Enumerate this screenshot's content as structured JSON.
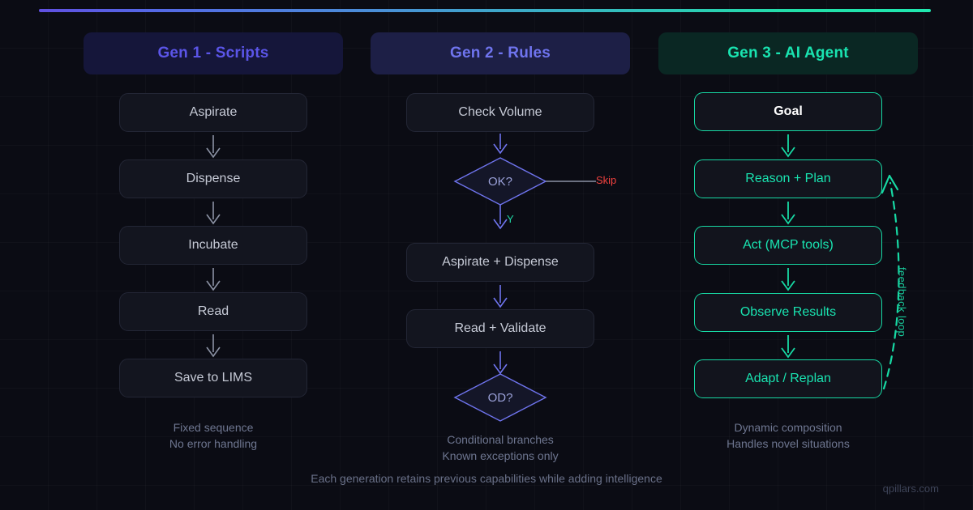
{
  "theme": {
    "background": "#0b0c14",
    "gradient_start": "#6050e0",
    "gradient_end": "#20e8b0",
    "gen1_accent": "#5b55e8",
    "gen2_accent": "#6f74ee",
    "gen3_accent": "#19e3b0",
    "node_text": "#c6cad6",
    "skip_color": "#f0413e",
    "yes_color": "#1fd9a6"
  },
  "columns": [
    {
      "id": "gen1",
      "header": "Gen 1 - Scripts",
      "nodes": [
        {
          "label": "Aspirate"
        },
        {
          "label": "Dispense"
        },
        {
          "label": "Incubate"
        },
        {
          "label": "Read"
        },
        {
          "label": "Save to LIMS"
        }
      ],
      "caption": [
        "Fixed sequence",
        "No error handling"
      ]
    },
    {
      "id": "gen2",
      "header": "Gen 2 - Rules",
      "nodes": [
        {
          "label": "Check Volume"
        },
        {
          "label": "Aspirate + Dispense"
        },
        {
          "label": "Read + Validate"
        }
      ],
      "decisions": [
        {
          "label": "OK?",
          "branch_right": "Skip",
          "branch_down": "Y"
        },
        {
          "label": "OD?"
        }
      ],
      "caption": [
        "Conditional branches",
        "Known exceptions only"
      ]
    },
    {
      "id": "gen3",
      "header": "Gen 3 - AI Agent",
      "nodes": [
        {
          "label": "Goal"
        },
        {
          "label": "Reason + Plan"
        },
        {
          "label": "Act (MCP tools)"
        },
        {
          "label": "Observe Results"
        },
        {
          "label": "Adapt / Replan"
        }
      ],
      "loop_label": "feedback loop",
      "caption": [
        "Dynamic composition",
        "Handles novel situations"
      ]
    }
  ],
  "footnote": "Each generation retains previous capabilities while adding intelligence",
  "watermark": "qpillars.com"
}
